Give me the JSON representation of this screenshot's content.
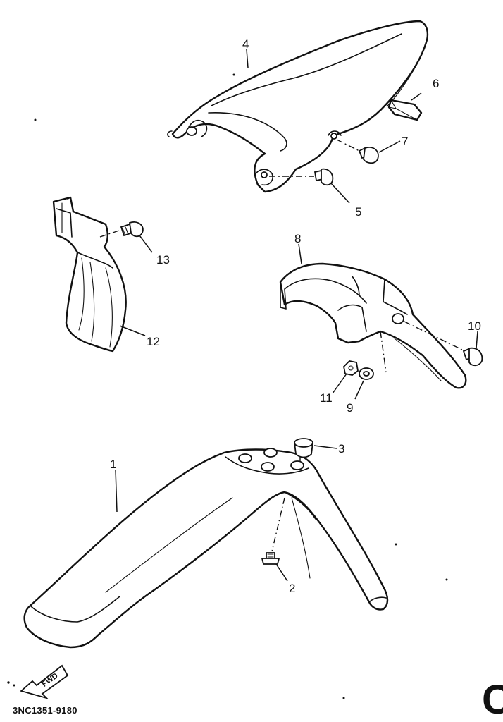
{
  "diagram": {
    "parts": [
      {
        "id": "front-fender",
        "callout": "1"
      },
      {
        "id": "front-fender-bolt",
        "callout": "2"
      },
      {
        "id": "front-fender-collar",
        "callout": "3"
      },
      {
        "id": "rear-fender",
        "callout": "4"
      },
      {
        "id": "rear-fender-bolt",
        "callout": "5"
      },
      {
        "id": "rear-fender-damper",
        "callout": "6"
      },
      {
        "id": "rear-fender-screw",
        "callout": "7"
      },
      {
        "id": "rear-flap",
        "callout": "8"
      },
      {
        "id": "flap-washer",
        "callout": "9"
      },
      {
        "id": "flap-bolt",
        "callout": "10"
      },
      {
        "id": "flap-nut",
        "callout": "11"
      },
      {
        "id": "mud-guard",
        "callout": "12"
      },
      {
        "id": "mud-guard-bolt",
        "callout": "13"
      }
    ],
    "direction_label": "FWD",
    "catalog_code": "3NC1351-9180",
    "figure_letter": "C"
  }
}
